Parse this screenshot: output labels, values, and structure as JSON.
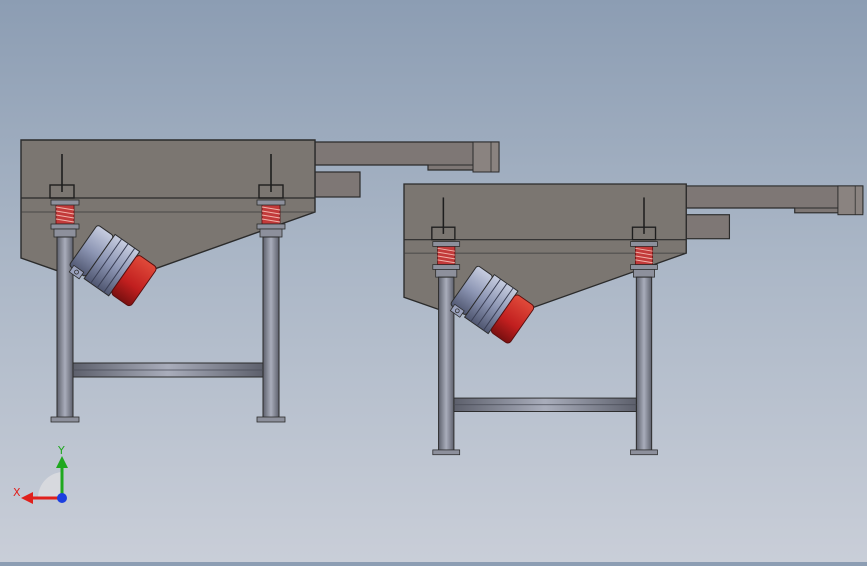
{
  "viewport": {
    "background_top": "#8c9db3",
    "background_bottom": "#c9ced8"
  },
  "machines": [
    {
      "id": "feeder-left"
    },
    {
      "id": "feeder-right"
    }
  ],
  "colors": {
    "body": "#7b7671",
    "outline": "#2b2b2b",
    "leg": "#6f7280",
    "leg_highlight": "#a9adbb",
    "spring": "#c23a3a",
    "motor_body": "#8d96b4",
    "motor_cap": "#c11f1f",
    "chute": "#7e7775"
  },
  "triad": {
    "x_label": "X",
    "y_label": "Y",
    "x_color": "#e0201c",
    "y_color": "#1fa81f",
    "z_color": "#1c3fe0"
  },
  "icons": {
    "triad": "coordinate-triad-icon"
  }
}
